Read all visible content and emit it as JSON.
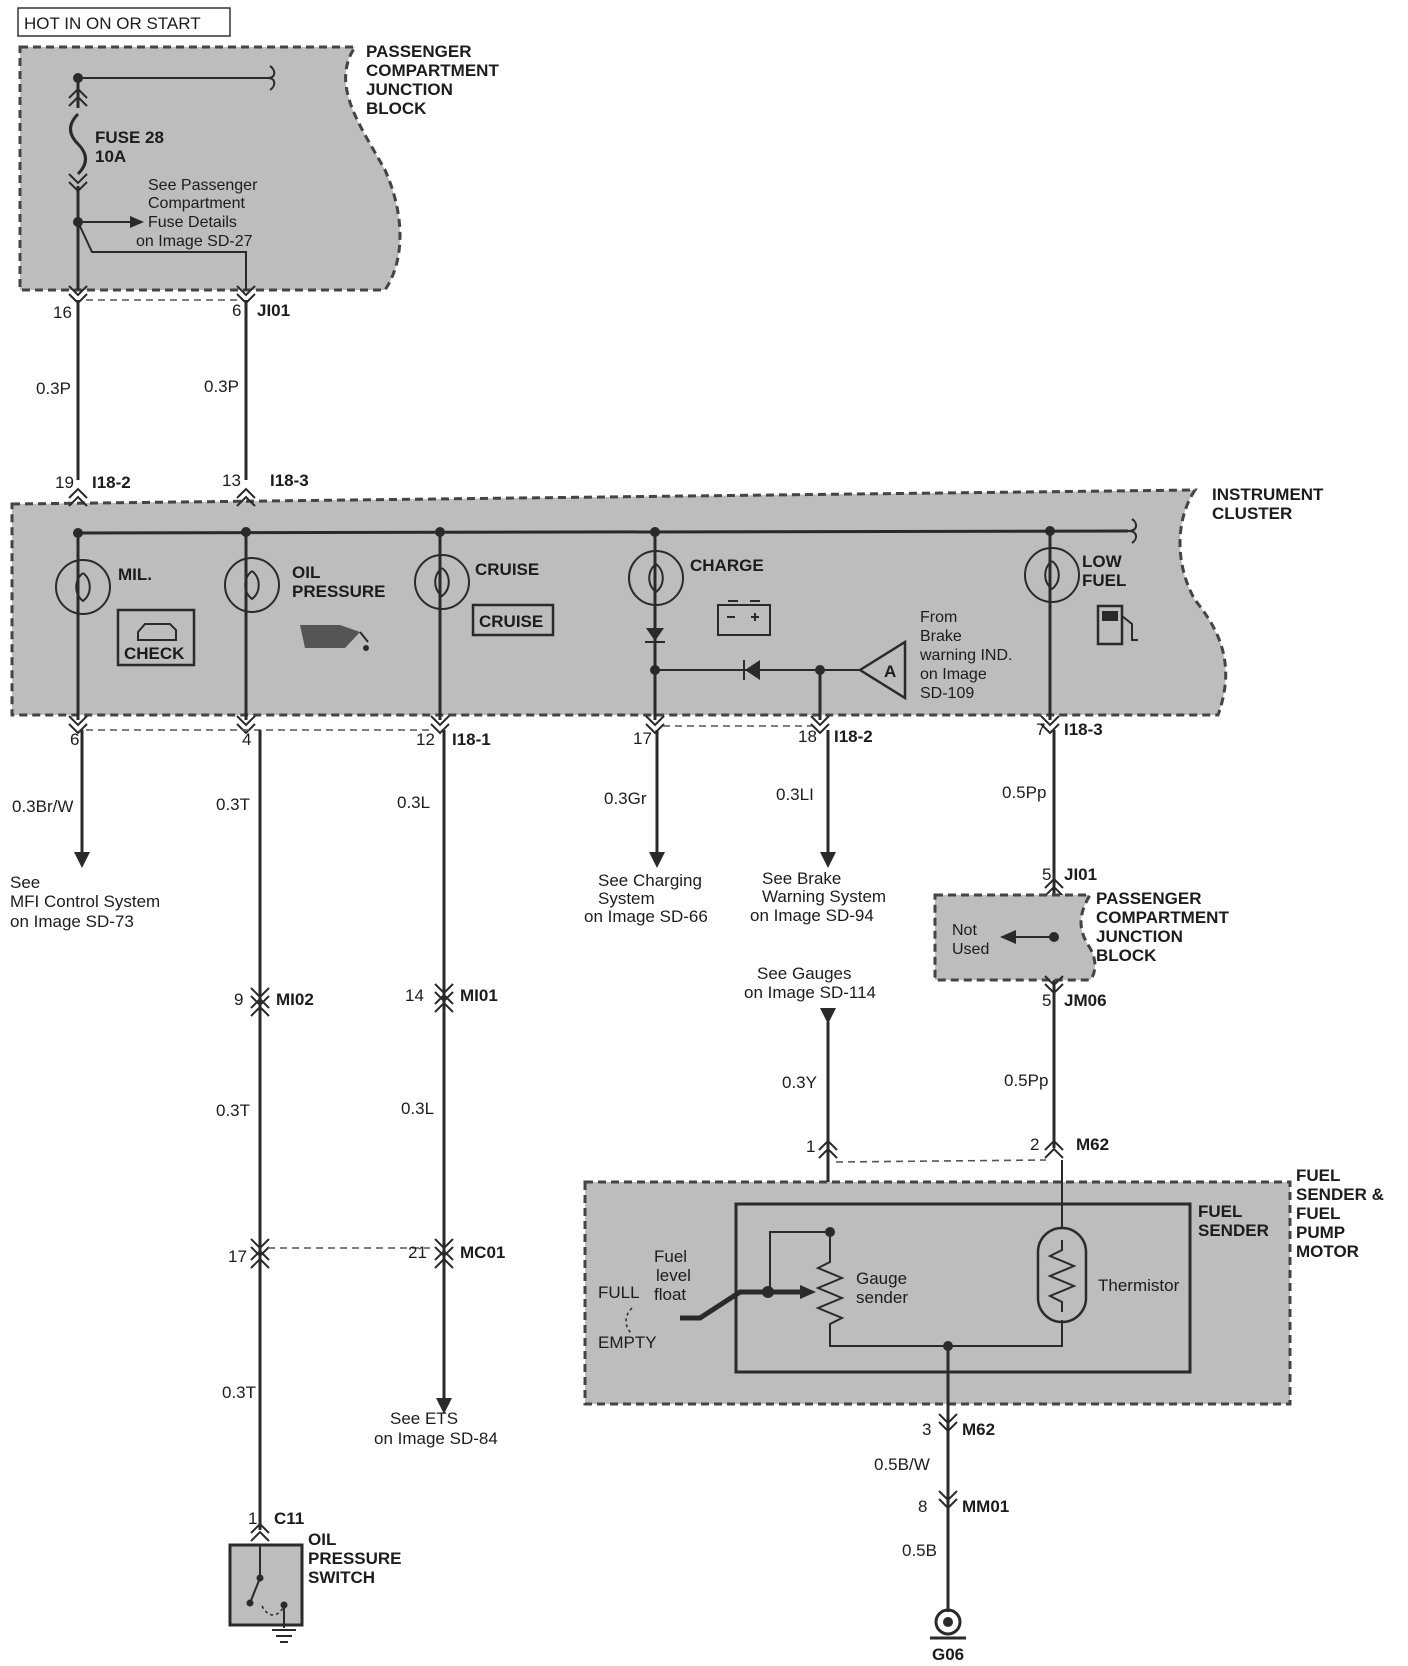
{
  "header": {
    "hot_label": "HOT IN ON OR START"
  },
  "pcjb_top": {
    "title_1": "PASSENGER",
    "title_2": "COMPARTMENT",
    "title_3": "JUNCTION",
    "title_4": "BLOCK",
    "fuse_1": "FUSE 28",
    "fuse_2": "10A",
    "note_1": "See Passenger",
    "note_2": "Compartment",
    "note_3": "Fuse Details",
    "note_4": "on Image SD-27",
    "pin_left": "16",
    "pin_right": "6",
    "connector": "JI01"
  },
  "wires_top": {
    "left": "0.3P",
    "right": "0.3P"
  },
  "cluster_in": {
    "pin_left": "19",
    "conn_left": "I18-2",
    "pin_right": "13",
    "conn_right": "I18-3"
  },
  "cluster": {
    "title_1": "INSTRUMENT",
    "title_2": "CLUSTER",
    "mil": "MIL.",
    "check": "CHECK",
    "oil_1": "OIL",
    "oil_2": "PRESSURE",
    "cruise": "CRUISE",
    "cruise_box": "CRUISE",
    "charge": "CHARGE",
    "low_1": "LOW",
    "low_2": "FUEL",
    "brake_1": "From",
    "brake_2": "Brake",
    "brake_3": "warning IND.",
    "brake_4": "on Image",
    "brake_5": "SD-109",
    "tri": "A"
  },
  "cluster_out": {
    "p6": "6",
    "p4": "4",
    "p12": "12",
    "c1": "I18-1",
    "p17": "17",
    "p18": "18",
    "c2": "I18-2",
    "p7": "7",
    "c3": "I18-3"
  },
  "wires_mid": {
    "mil": "0.3Br/W",
    "oil": "0.3T",
    "cruise": "0.3L",
    "charge": "0.3Gr",
    "brake": "0.3LI",
    "fuel": "0.5Pp"
  },
  "refs": {
    "mfi_1": "See",
    "mfi_2": "MFI Control System",
    "mfi_3": "on Image  SD-73",
    "chg_1": "See Charging",
    "chg_2": "System",
    "chg_3": "on Image SD-66",
    "brk_1": "See Brake",
    "brk_2": "Warning System",
    "brk_3": "on Image SD-94",
    "gauge_1": "See Gauges",
    "gauge_2": "on Image SD-114",
    "ets_1": "See ETS",
    "ets_2": "on Image  SD-84"
  },
  "pcjb_low": {
    "pin_top": "5",
    "conn_top": "JI01",
    "title_1": "PASSENGER",
    "title_2": "COMPARTMENT",
    "title_3": "JUNCTION",
    "title_4": "BLOCK",
    "not_1": "Not",
    "not_2": "Used",
    "pin_bot": "5",
    "conn_bot": "JM06"
  },
  "connectors_mid": {
    "p9": "9",
    "mi02": "MI02",
    "p14": "14",
    "mi01": "MI01",
    "p17": "17",
    "p21": "21",
    "mc01": "MC01"
  },
  "wires_low": {
    "oil": "0.3T",
    "cruise": "0.3L",
    "oil_2": "0.3T",
    "gauge": "0.3Y",
    "fuel": "0.5Pp"
  },
  "m62": {
    "p1": "1",
    "p2": "2",
    "conn": "M62"
  },
  "sender": {
    "title_1": "FUEL",
    "title_2": "SENDER &",
    "title_3": "FUEL",
    "title_4": "PUMP",
    "title_5": "MOTOR",
    "inner_1": "FUEL",
    "inner_2": "SENDER",
    "float_1": "Fuel",
    "float_2": "level",
    "float_3": "float",
    "full": "FULL",
    "empty": "EMPTY",
    "gauge_1": "Gauge",
    "gauge_2": "sender",
    "thermistor": "Thermistor"
  },
  "ground": {
    "p3": "3",
    "m62": "M62",
    "w1": "0.5B/W",
    "p8": "8",
    "mm01": "MM01",
    "w2": "0.5B",
    "g06": "G06"
  },
  "switch": {
    "pin": "1",
    "conn": "C11",
    "title_1": "OIL",
    "title_2": "PRESSURE",
    "title_3": "SWITCH"
  }
}
